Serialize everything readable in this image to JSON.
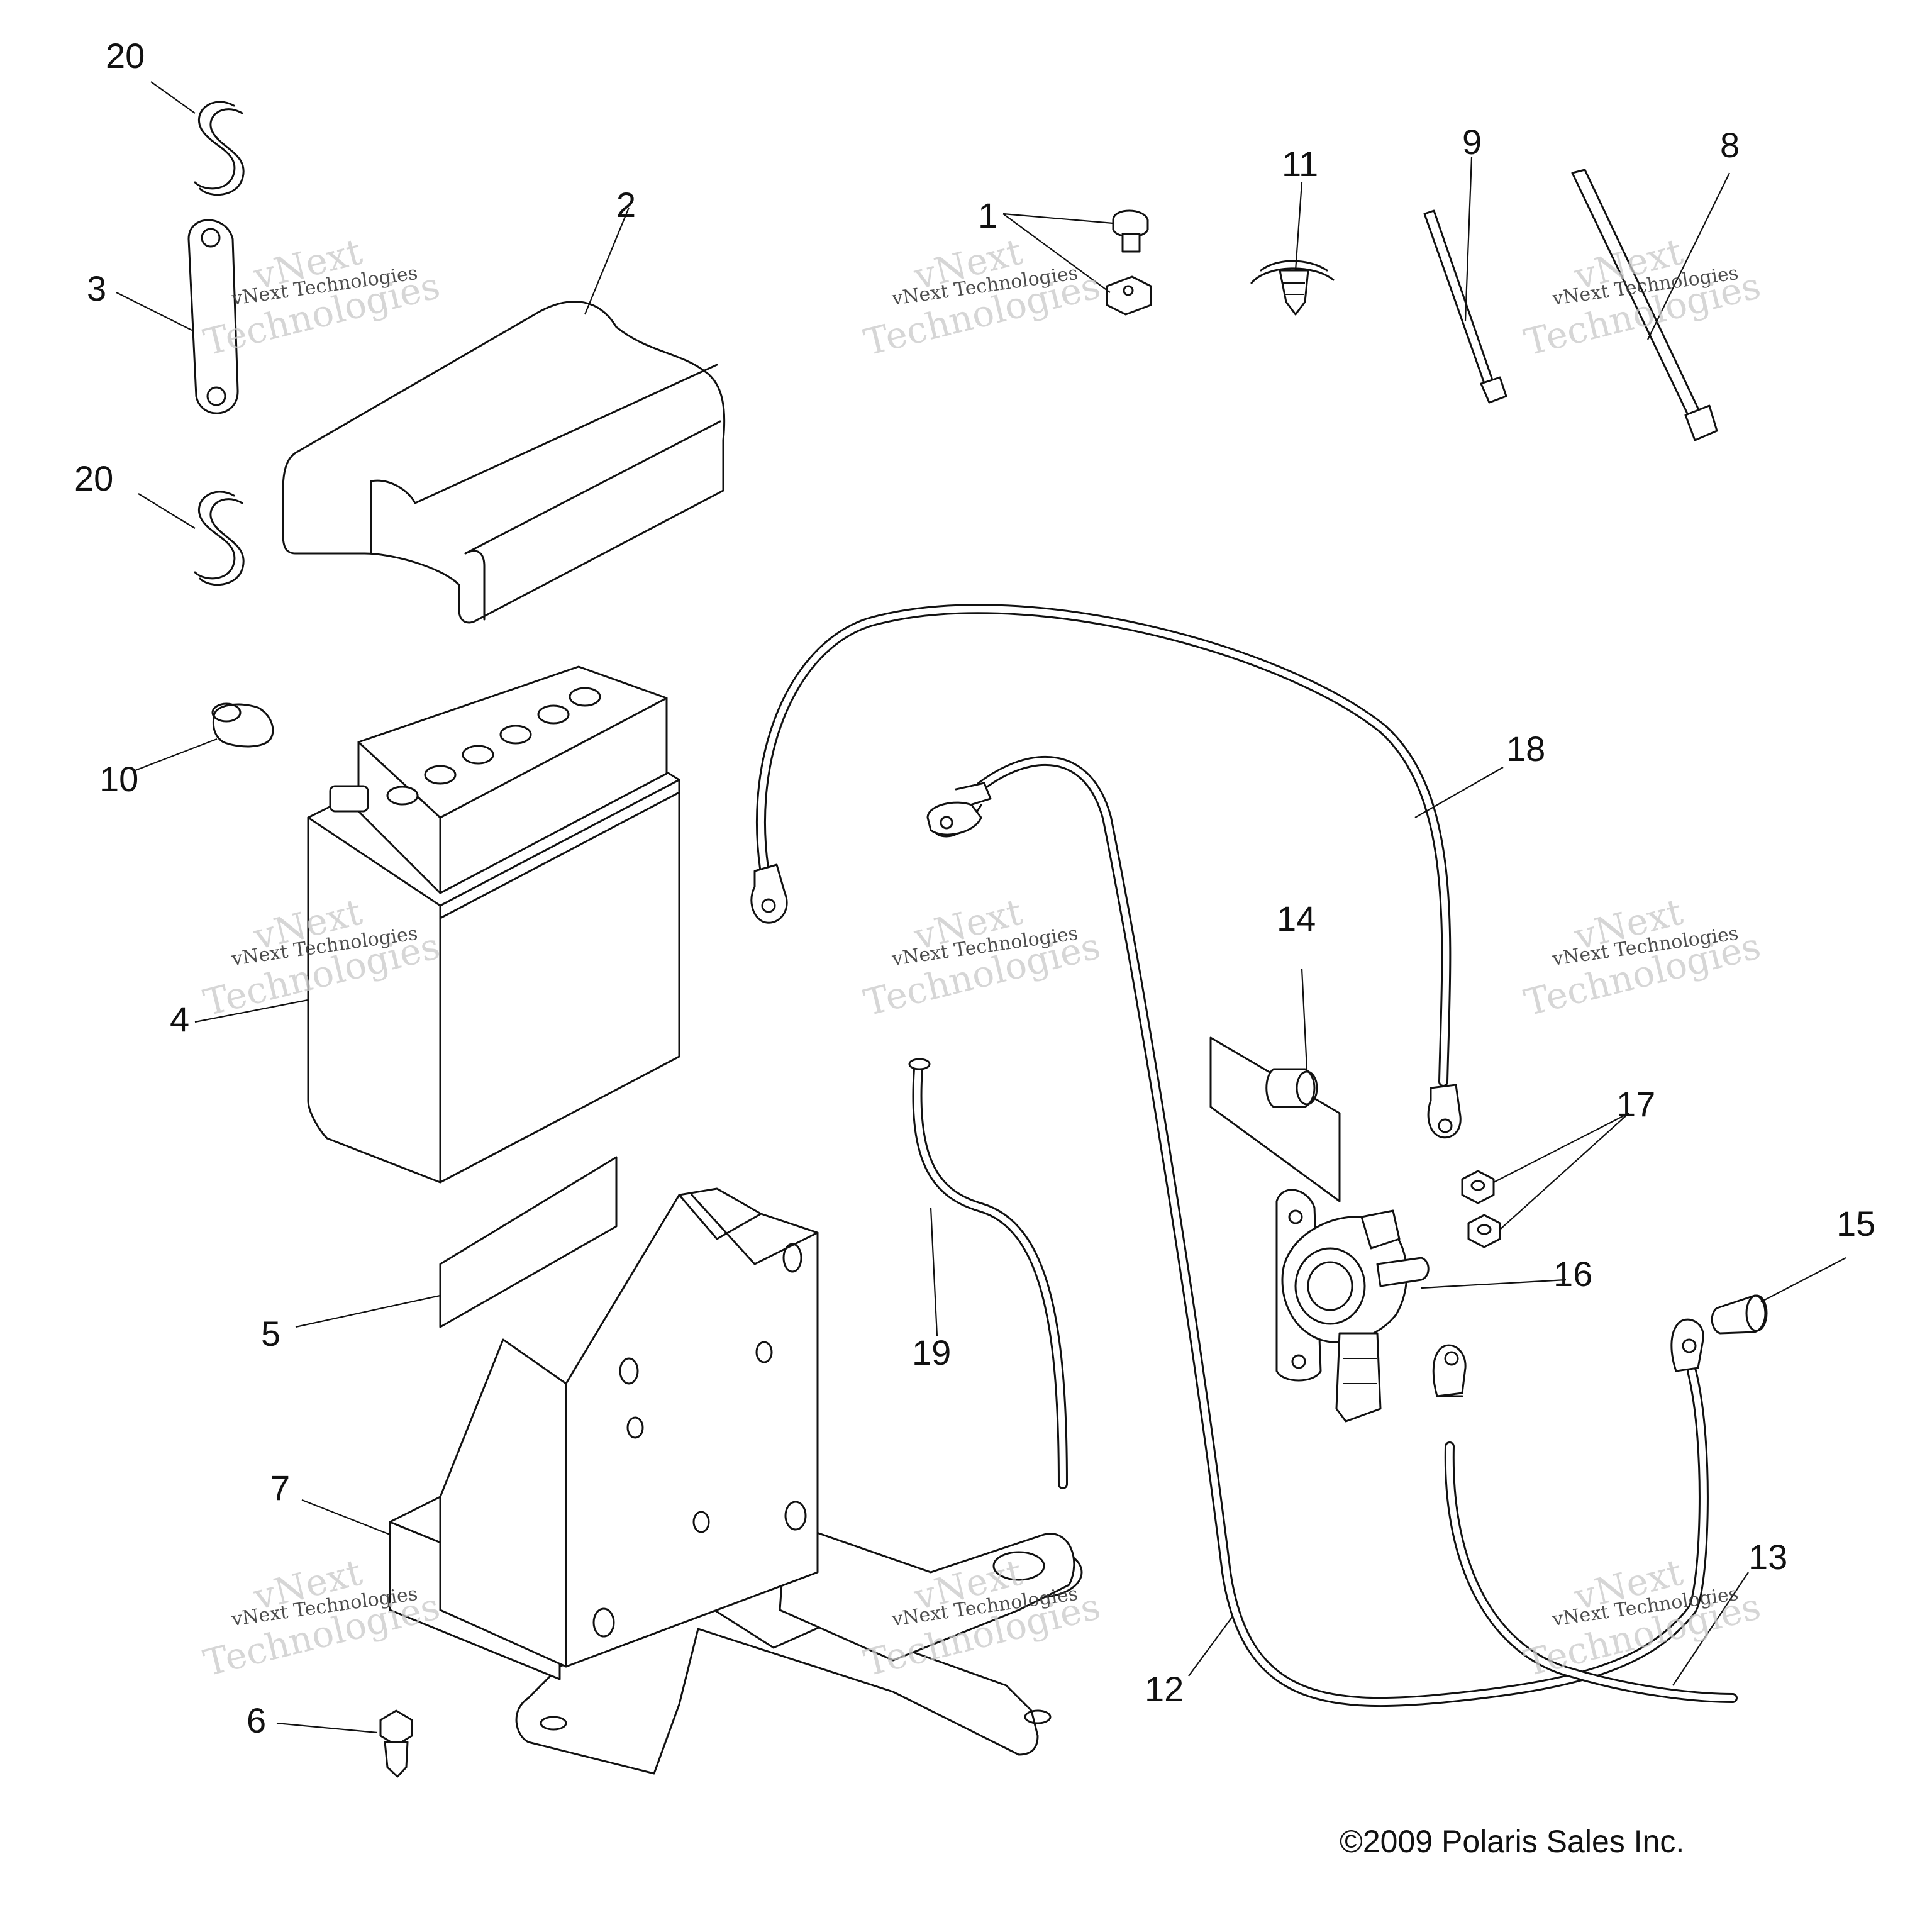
{
  "callouts": {
    "c1": "1",
    "c2": "2",
    "c3": "3",
    "c4": "4",
    "c5": "5",
    "c6": "6",
    "c7": "7",
    "c8": "8",
    "c9": "9",
    "c10": "10",
    "c11": "11",
    "c12": "12",
    "c13": "13",
    "c14": "14",
    "c15": "15",
    "c16": "16",
    "c17": "17",
    "c18": "18",
    "c19": "19",
    "c20a": "20",
    "c20b": "20"
  },
  "copyright": "©2009 Polaris Sales Inc.",
  "watermark": {
    "line1": "vNext",
    "line2": "vNext Technologies",
    "line3": "Technologies"
  }
}
